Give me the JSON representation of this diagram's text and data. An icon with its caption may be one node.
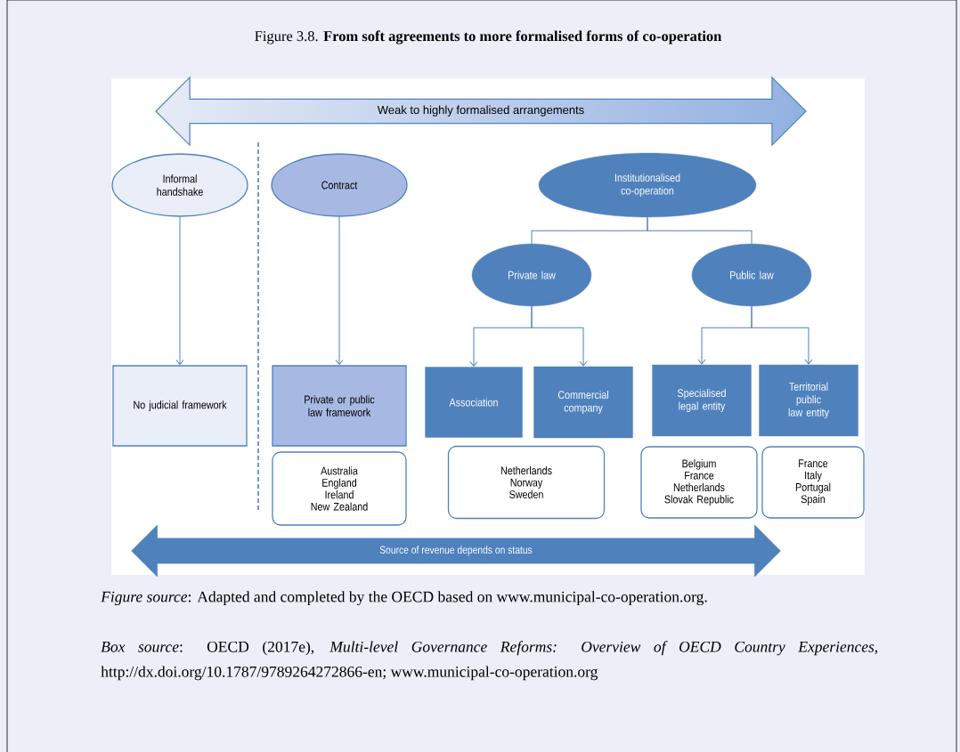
{
  "diagram": {
    "title": "Figure 3.8. **From soft agreements to more formalised forms of co-operation**",
    "nodes": [
      {
        "text": [
          "Weak to highly formalised arrangements"
        ]
      },
      {
        "text": [
          "Informal handshake"
        ]
      },
      {
        "text": [
          "Contract"
        ]
      },
      {
        "text": [
          "Institutionalised co-operation"
        ]
      },
      {
        "text": [
          "Private law"
        ]
      },
      {
        "text": [
          "Public law"
        ]
      },
      {
        "text": [
          "No judicial framework"
        ]
      },
      {
        "text": [
          "Private or public law framework"
        ]
      },
      {
        "text": [
          "Association"
        ]
      },
      {
        "text": [
          "Commercial company"
        ]
      },
      {
        "text": [
          "Specialised legal entity"
        ]
      },
      {
        "text": [
          "Territorial public law entity"
        ]
      },
      {
        "text": [
          "Australia",
          "England",
          "Ireland",
          "New Zealand"
        ]
      },
      {
        "text": [
          "Netherlands",
          "Norway",
          "Sweden"
        ]
      },
      {
        "text": [
          "Belgium",
          "France",
          "Netherlands",
          "Slovak Republic"
        ]
      },
      {
        "text": [
          "France",
          "Italy",
          "Portugal",
          "Spain"
        ]
      },
      {
        "text": [
          "Source of revenue depends on status"
        ]
      }
    ],
    "edges": [
      {
        "from": 1,
        "to": 6,
        "arrow": "to"
      },
      {
        "from": 2,
        "to": 7,
        "arrow": "to"
      },
      {
        "from": 3,
        "to": 4,
        "arrow": "none"
      },
      {
        "from": 3,
        "to": 5,
        "arrow": "none"
      },
      {
        "from": 4,
        "to": 8,
        "arrow": "to"
      },
      {
        "from": 4,
        "to": 9,
        "arrow": "to"
      },
      {
        "from": 5,
        "to": 10,
        "arrow": "to"
      },
      {
        "from": 5,
        "to": 11,
        "arrow": "to"
      }
    ],
    "labels": [
      "*Figure source*: Adapted and completed by the OECD based on www.municipal-co-operation.org.",
      "*Box source*: OECD (2017e), *Multi-level Governance Reforms: Overview of OECD Country Experiences*, http://dx.doi.org/10.1787/9789264272866-en; www.municipal-co-operation.org"
    ]
  }
}
